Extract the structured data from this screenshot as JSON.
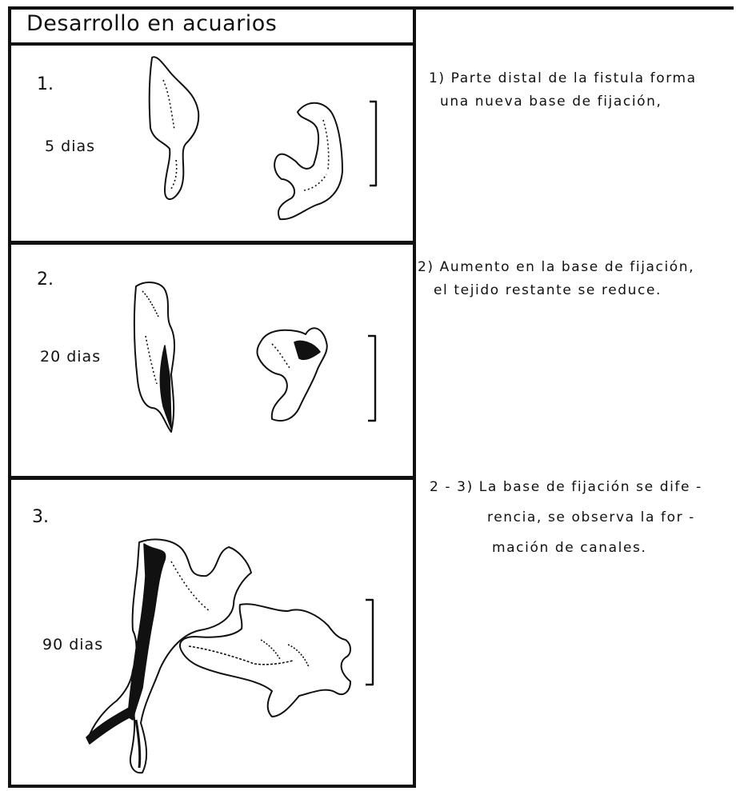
{
  "title": "Desarrollo en acuarios",
  "panels": [
    {
      "number": "1.",
      "days": "5 dias",
      "description": [
        "1) Parte distal de la fistula forma",
        "una nueva base de fijación,"
      ]
    },
    {
      "number": "2.",
      "days": "20 dias",
      "description": [
        "2) Aumento en la base de fijación,",
        "el tejido restante se reduce."
      ]
    },
    {
      "number": "3.",
      "days": "90 dias",
      "description": [
        "2 - 3) La base de fijación se dife -",
        "rencia, se observa la for -",
        "mación de canales."
      ]
    }
  ]
}
